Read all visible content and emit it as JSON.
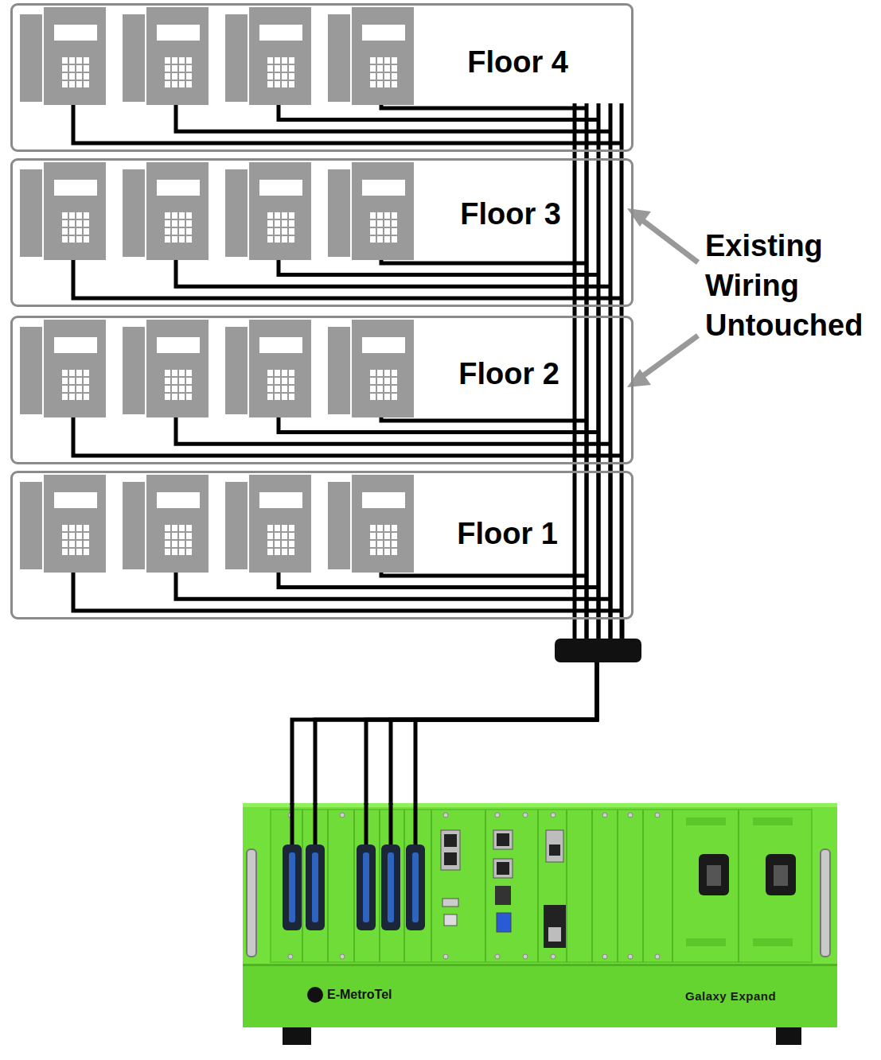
{
  "diagram": {
    "nodes": [
      {
        "text": [
          "Floor 4"
        ]
      },
      {
        "text": [
          "Floor 3"
        ]
      },
      {
        "text": [
          "Floor 2"
        ]
      },
      {
        "text": [
          "Floor 1"
        ]
      },
      {
        "text": [
          "E-MetroTel",
          "Galaxy Expand"
        ]
      }
    ],
    "edges": [
      {
        "from": 0,
        "to": 4,
        "arrow": "none"
      },
      {
        "from": 1,
        "to": 4,
        "arrow": "none"
      },
      {
        "from": 2,
        "to": 4,
        "arrow": "none"
      },
      {
        "from": 3,
        "to": 4,
        "arrow": "none"
      }
    ],
    "labels": [
      "Existing Wiring Untouched"
    ]
  }
}
